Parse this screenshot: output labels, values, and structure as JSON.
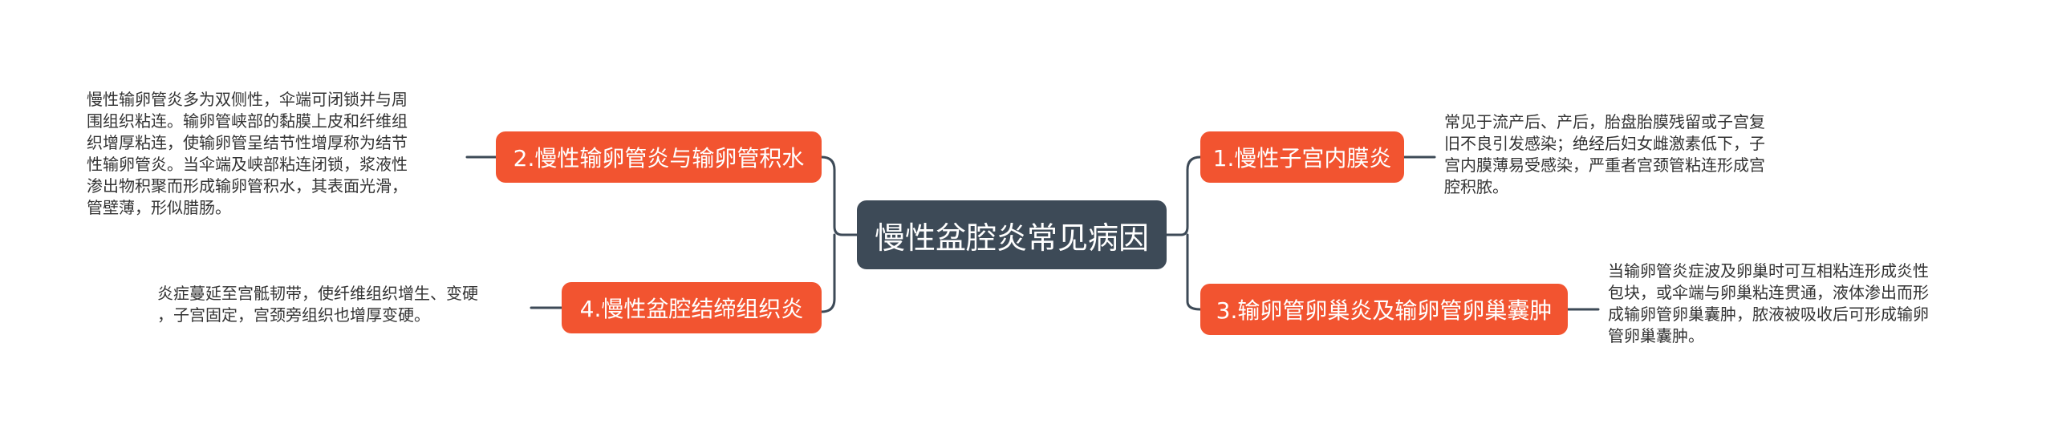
{
  "root": {
    "label": "慢性盆腔炎常见病因"
  },
  "branches": [
    {
      "label": "1.慢性子宫内膜炎",
      "lines": [
        "常见于流产后、产后，胎盘胎膜残留或子宫复",
        "旧不良引发感染；绝经后妇女雌激素低下，子",
        "宫内膜薄易受感染，严重者宫颈管粘连形成宫",
        "腔积脓。"
      ]
    },
    {
      "label": "2.慢性输卵管炎与输卵管积水",
      "lines": [
        "慢性输卵管炎多为双侧性，伞端可闭锁并与周",
        "围组织粘连。输卵管峡部的黏膜上皮和纤维组",
        "织增厚粘连，使输卵管呈结节性增厚称为结节",
        "性输卵管炎。当伞端及峡部粘连闭锁，浆液性",
        "渗出物积聚而形成输卵管积水，其表面光滑，",
        "管壁薄，形似腊肠。"
      ]
    },
    {
      "label": "3.输卵管卵巢炎及输卵管卵巢囊肿",
      "lines": [
        "当输卵管炎症波及卵巢时可互相粘连形成炎性",
        "包块，或伞端与卵巢粘连贯通，液体渗出而形",
        "成输卵管卵巢囊肿，脓液被吸收后可形成输卵",
        "管卵巢囊肿。"
      ]
    },
    {
      "label": "4.慢性盆腔结缔组织炎",
      "lines": [
        "炎症蔓延至宫骶韧带，使纤维组织增生、变硬",
        "，子宫固定，宫颈旁组织也增厚变硬。"
      ]
    }
  ],
  "colors": {
    "root_bg": "#3d4a57",
    "branch_bg": "#f25430",
    "line": "#3d4a57",
    "text": "#333333"
  }
}
